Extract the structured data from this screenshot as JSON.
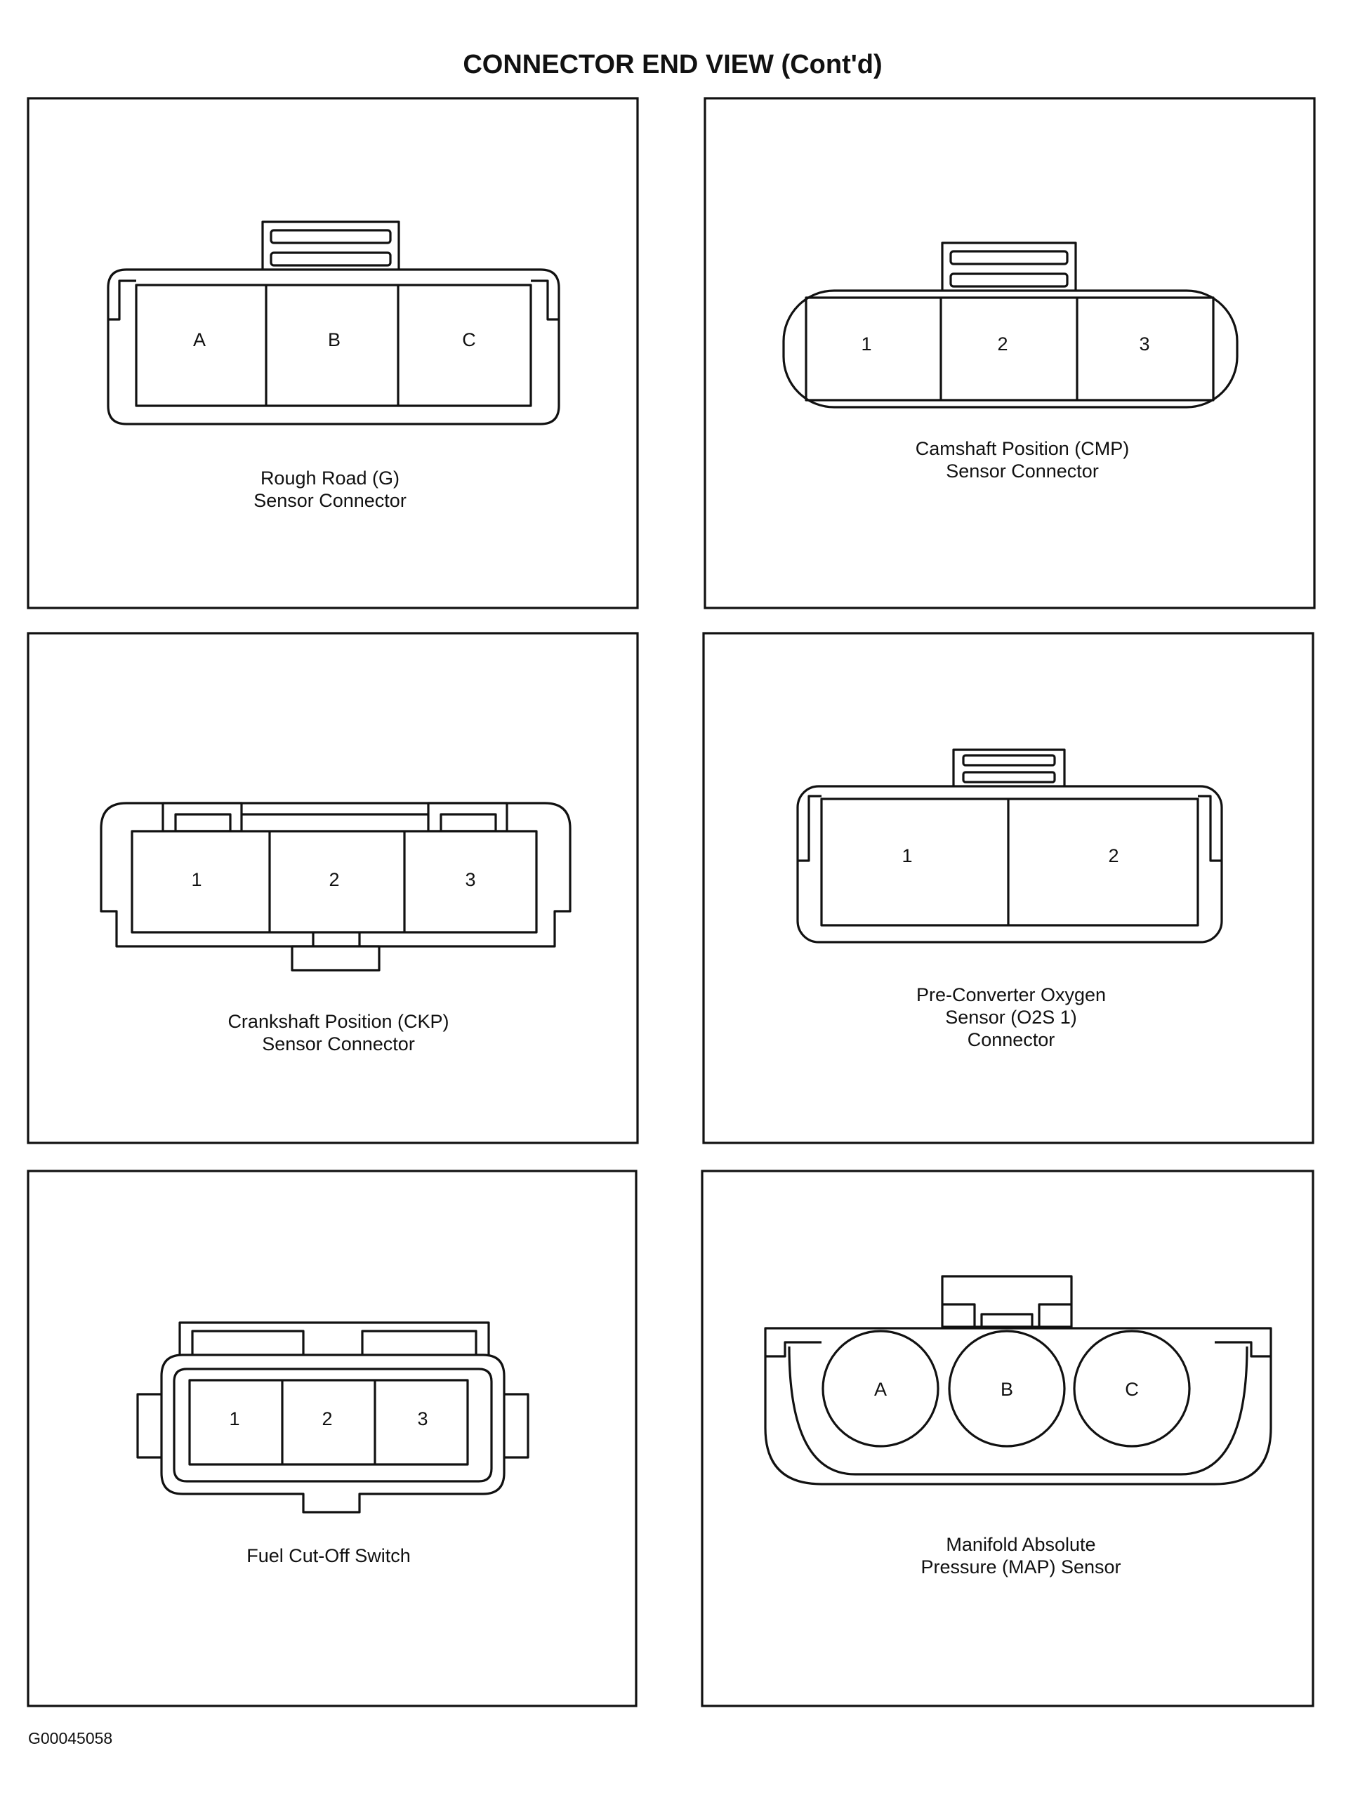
{
  "page_title": "CONNECTOR END VIEW (Cont'd)",
  "figure_code": "G00045058",
  "panels": [
    {
      "id": "rough-road",
      "caption": [
        "Rough Road (G)",
        "Sensor Connector"
      ],
      "pins": [
        "A",
        "B",
        "C"
      ]
    },
    {
      "id": "cmp",
      "caption": [
        "Camshaft Position (CMP)",
        "Sensor Connector"
      ],
      "pins": [
        "1",
        "2",
        "3"
      ]
    },
    {
      "id": "ckp",
      "caption": [
        "Crankshaft Position (CKP)",
        "Sensor Connector"
      ],
      "pins": [
        "1",
        "2",
        "3"
      ]
    },
    {
      "id": "o2s1",
      "caption": [
        "Pre-Converter Oxygen",
        "Sensor (O2S 1)",
        "Connector"
      ],
      "pins": [
        "1",
        "2"
      ]
    },
    {
      "id": "fuel-cutoff",
      "caption": [
        "Fuel Cut-Off Switch"
      ],
      "pins": [
        "1",
        "2",
        "3"
      ]
    },
    {
      "id": "map",
      "caption": [
        "Manifold Absolute",
        "Pressure (MAP) Sensor"
      ],
      "pins": [
        "A",
        "B",
        "C"
      ]
    }
  ]
}
